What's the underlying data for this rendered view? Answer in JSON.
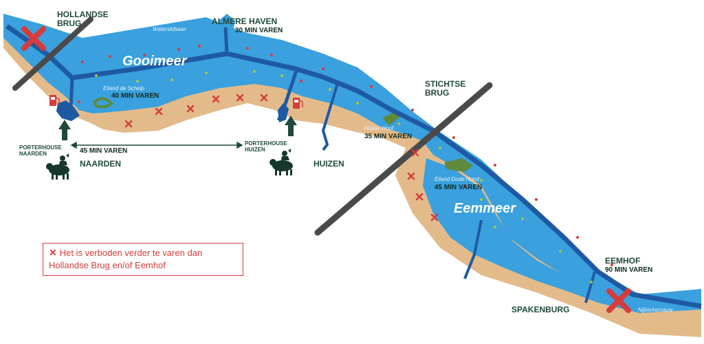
{
  "places": {
    "hollandse_brug": "HOLLANDSE BRUG",
    "almere_haven": "ALMERE HAVEN",
    "stichtse_brug": "STICHTSE BRUG",
    "naarden": "NAARDEN",
    "huizen": "HUIZEN",
    "eemhof": "EEMHOF",
    "spakenburg": "SPAKENBURG",
    "porterhouse_naarden": "PORTERHOUSE NAARDEN",
    "porterhouse_huizen": "PORTERHOUSE HUIZEN"
  },
  "lakes": {
    "gooimeer": "Gooimeer",
    "eemmeer": "Eemmeer"
  },
  "features": {
    "waterskibaan": "Waterskibaan",
    "eiland_de_schelp": "Eiland de Schelp",
    "huizer_hoof": "Huizer Hoof",
    "eiland_dode_hond": "Eiland Dode Hond",
    "nijkerkernauw": "Nijkerkernauw"
  },
  "times": {
    "almere_haven": "30 MIN VAREN",
    "eiland_de_schelp": "40 MIN VAREN",
    "naarden_huizen": "45 MIN VAREN",
    "huizer_hoof": "35 MIN VAREN",
    "eiland_dode_hond": "45 MIN VAREN",
    "eemhof": "90 MIN VAREN"
  },
  "legend": {
    "text": "Het is verboden verder te varen dan Hollandse Brug en/of Eemhof"
  },
  "colors": {
    "water": "#3aa0de",
    "channel": "#1e5aa2",
    "shore": "#e3bb8b",
    "bridge": "#4a4a4a",
    "prohibited": "#d53c3c",
    "label": "#1f4a38",
    "island": "#5e8a3c"
  },
  "icons": [
    "cross-icon",
    "fuel-pump-icon",
    "up-arrow-icon",
    "cow-icon",
    "rooster-icon",
    "double-arrow-icon"
  ]
}
